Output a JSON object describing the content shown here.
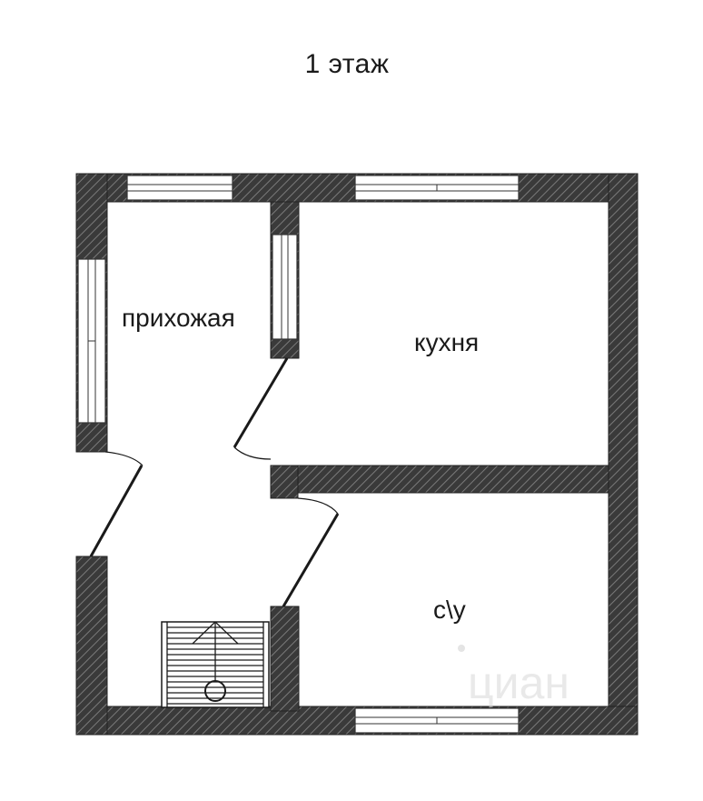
{
  "title": "1 этаж",
  "rooms": {
    "hallway": "прихожая",
    "kitchen": "кухня",
    "bathroom": "с\\у"
  },
  "watermark": {
    "brand": "циан"
  },
  "colors": {
    "wall_fill": "#3a3a3a",
    "wall_hatch": "#7a7a7a",
    "line": "#1a1a1a",
    "background": "#ffffff"
  }
}
